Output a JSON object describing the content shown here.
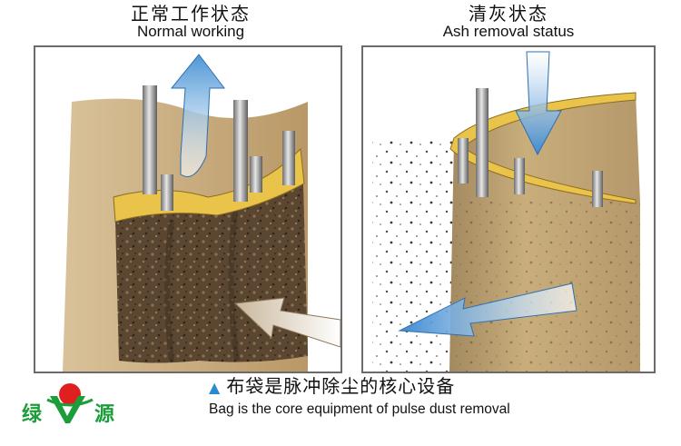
{
  "left_panel": {
    "title_zh": "正常工作状态",
    "title_en": "Normal working"
  },
  "right_panel": {
    "title_zh": "清灰状态",
    "title_en": "Ash removal status"
  },
  "caption": {
    "zh": "布袋是脉冲除尘的核心设备",
    "en": "Bag is the core equipment of pulse dust removal"
  },
  "logo": {
    "char_left": "绿",
    "char_right": "源"
  },
  "colors": {
    "arrow": "#5a9fd8",
    "bag_rim": "#e9c34a",
    "bag_tan": "#c7a777",
    "dust": "#4a3a26",
    "logo_green": "#1b9d3a",
    "logo_red": "#e02020"
  }
}
